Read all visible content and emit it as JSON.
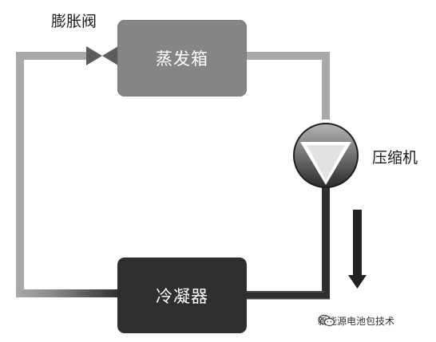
{
  "components": {
    "evaporator": "蒸发箱",
    "condenser": "冷凝器",
    "expansion_valve": "膨胀阀",
    "compressor": "压缩机"
  },
  "watermark": {
    "text": "新能源电池包技术",
    "icon": "wechat-icon"
  },
  "colors": {
    "low_pressure_line": "#a9a9a9",
    "high_pressure_line": "#2f2f2f",
    "evaporator_fill": "#858585",
    "condenser_fill": "#2f2f2f",
    "text": "#1a1a1a"
  }
}
